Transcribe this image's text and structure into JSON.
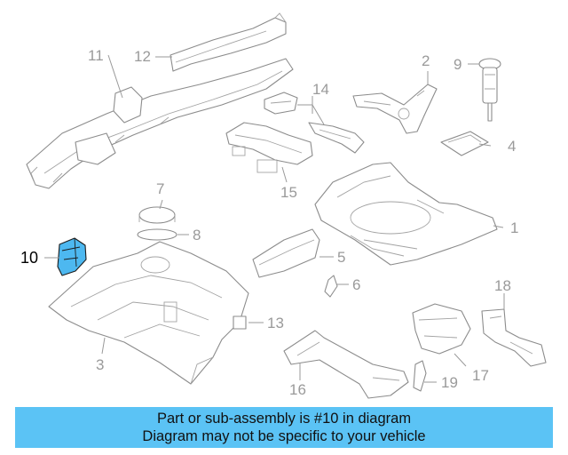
{
  "colors": {
    "highlight": "#4db8f0",
    "banner_background": "#5bc3f5",
    "part_outline": "#8c8c8c",
    "callout_text": "#9a9a9a"
  },
  "callouts": {
    "c1": "1",
    "c2": "2",
    "c3": "3",
    "c4": "4",
    "c5": "5",
    "c6": "6",
    "c7": "7",
    "c8": "8",
    "c9": "9",
    "c10": "10",
    "c11": "11",
    "c12": "12",
    "c13": "13",
    "c14": "14",
    "c15": "15",
    "c16": "16",
    "c17": "17",
    "c18": "18",
    "c19": "19"
  },
  "highlighted_part": "10",
  "banner": {
    "line1": "Part or sub-assembly is #10 in diagram",
    "line2": "Diagram may not be specific to your vehicle"
  }
}
